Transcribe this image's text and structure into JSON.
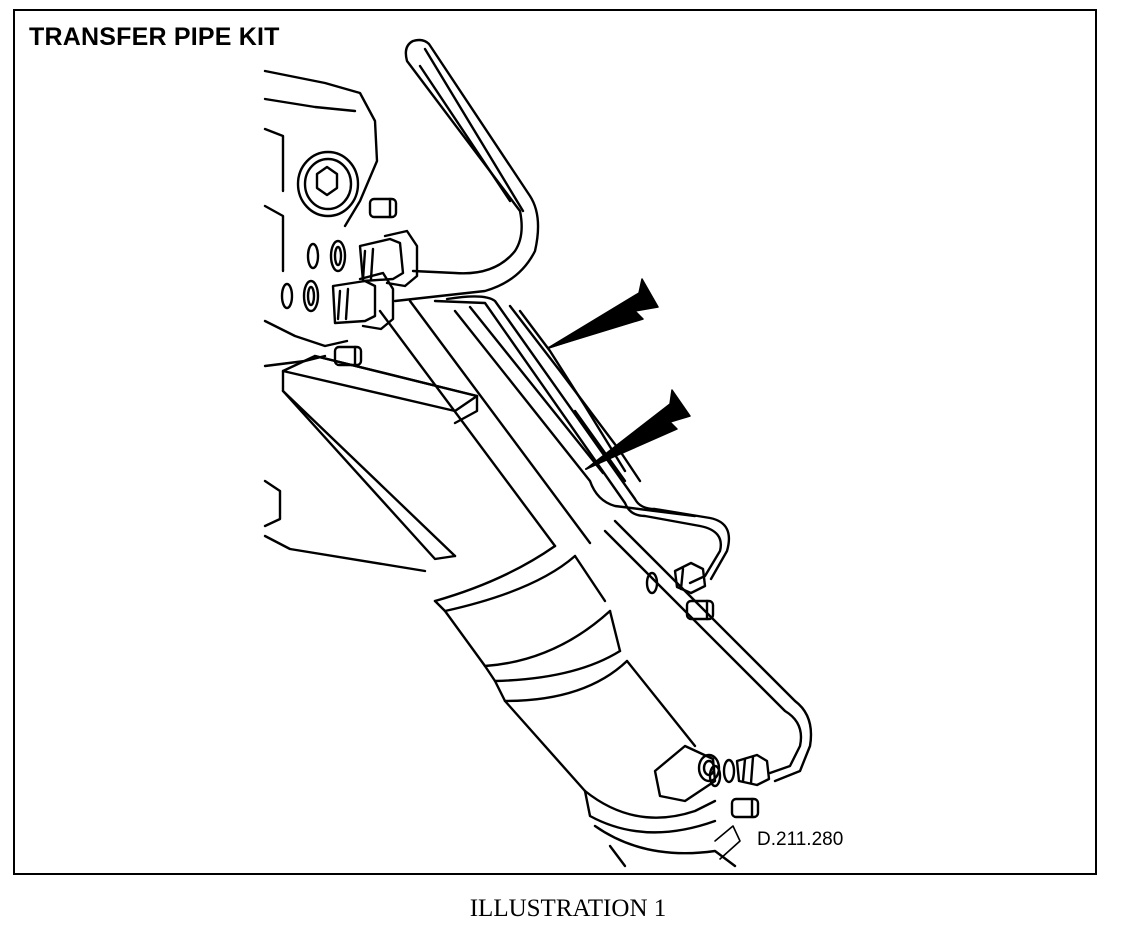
{
  "diagram": {
    "title": "TRANSFER PIPE KIT",
    "reference_code": "D.211.280",
    "caption": "ILLUSTRATION 1",
    "parts": [
      "cylinder-body",
      "transfer-pipe",
      "pipe-union-nut",
      "blanking-plug",
      "o-ring-seal",
      "indicator-arrow"
    ]
  }
}
